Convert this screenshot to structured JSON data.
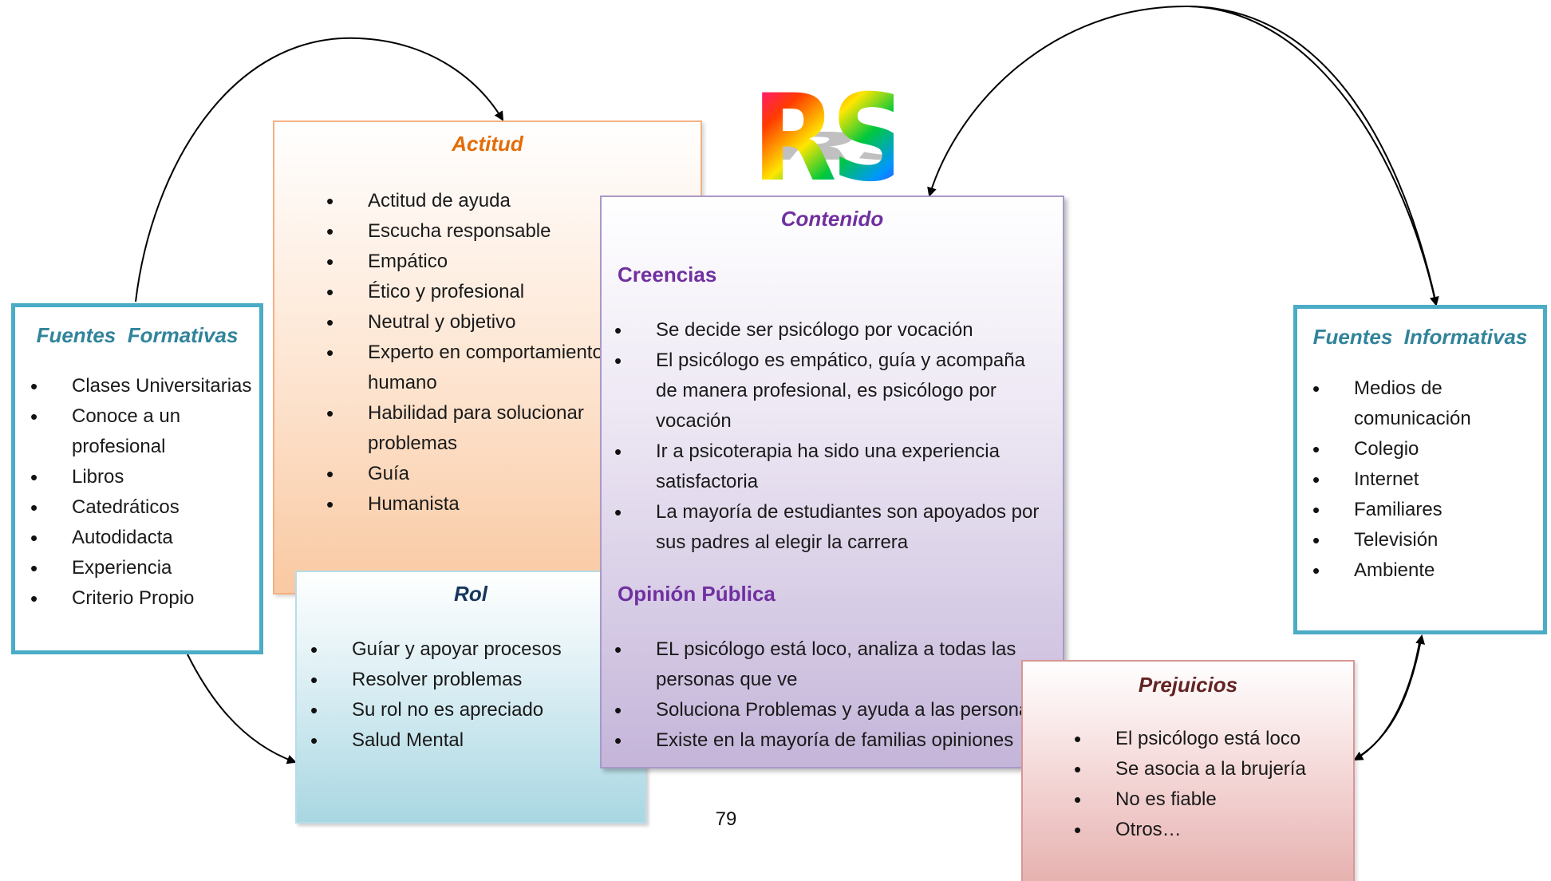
{
  "logo_text": "RS",
  "page_number": "79",
  "fuentes_formativas": {
    "title": "Fuentes  Formativas",
    "items": [
      "Clases Universitarias",
      "Conoce a un profesional",
      "Libros",
      "Catedráticos",
      "Autodidacta",
      "Experiencia",
      "Criterio Propio"
    ]
  },
  "actitud": {
    "title": "Actitud",
    "items": [
      "Actitud de ayuda",
      "Escucha responsable",
      "Empático",
      "Ético y profesional",
      "Neutral y objetivo",
      "Experto en comportamiento humano",
      "Habilidad para solucionar problemas",
      "Guía",
      "Humanista"
    ]
  },
  "rol": {
    "title": "Rol",
    "items": [
      "Guíar y apoyar procesos",
      "Resolver problemas",
      "Su rol no es apreciado",
      "Salud Mental"
    ]
  },
  "contenido": {
    "title": "Contenido",
    "creencias_heading": "Creencias",
    "creencias": [
      "Se decide ser psicólogo por vocación",
      "El psicólogo es empático, guía y acompaña de manera profesional, es psicólogo por vocación",
      "Ir a psicoterapia ha sido una experiencia satisfactoria",
      "La mayoría de estudiantes son apoyados por sus padres al elegir la carrera"
    ],
    "opinion_heading": "Opinión Pública",
    "opinion": [
      "EL psicólogo está loco, analiza a todas las personas que ve",
      "Soluciona Problemas y ayuda a las personas",
      "Existe en la mayoría de familias opiniones"
    ]
  },
  "fuentes_informativas": {
    "title": "Fuentes  Informativas",
    "items": [
      "Medios de comunicación",
      "Colegio",
      "Internet",
      "Familiares",
      "Televisión",
      "Ambiente"
    ]
  },
  "prejuicios": {
    "title": "Prejuicios",
    "items": [
      "El psicólogo está loco",
      "Se asocia a la brujería",
      "No es fiable",
      "Otros…"
    ]
  }
}
